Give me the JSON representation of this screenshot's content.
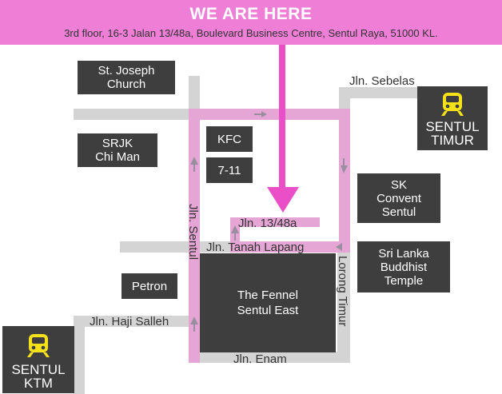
{
  "banner": {
    "title": "WE ARE HERE",
    "address": "3rd floor, 16-3 Jalan 13/48a, Boulevard Business Centre, Sentul Raya, 51000 KL."
  },
  "colors": {
    "banner": "#ee7ed6",
    "route": "#e5a6d5",
    "road": "#d4d4d4",
    "block": "#3e3e3e",
    "marker": "#ea4fc8",
    "train_icon": "#f4e11a"
  },
  "landmarks": {
    "st_joseph": [
      "St. Joseph",
      "Church"
    ],
    "srjk": [
      "SRJK",
      "Chi Man"
    ],
    "kfc": "KFC",
    "seven_eleven": "7-11",
    "sk_convent": [
      "SK",
      "Convent",
      "Sentul"
    ],
    "sri_lanka": [
      "Sri Lanka",
      "Buddhist",
      "Temple"
    ],
    "petron": "Petron",
    "fennel": [
      "The Fennel",
      "Sentul East"
    ]
  },
  "stations": {
    "sentul_timur": [
      "SENTUL",
      "TIMUR"
    ],
    "sentul_ktm": [
      "SENTUL",
      "KTM"
    ]
  },
  "streets": {
    "jln_sebelas": "Jln. Sebelas",
    "jln_13_48a": "Jln. 13/48a",
    "jln_tanah_lapang": "Jln. Tanah Lapang",
    "jln_sentul": "Jln. Sentul",
    "lorong_timur": "Lorong Timur",
    "jln_haji_salleh": "Jln. Haji Salleh",
    "jln_enam": "Jln. Enam"
  },
  "icons": {
    "train": "train-icon",
    "marker": "location-arrow-icon"
  }
}
